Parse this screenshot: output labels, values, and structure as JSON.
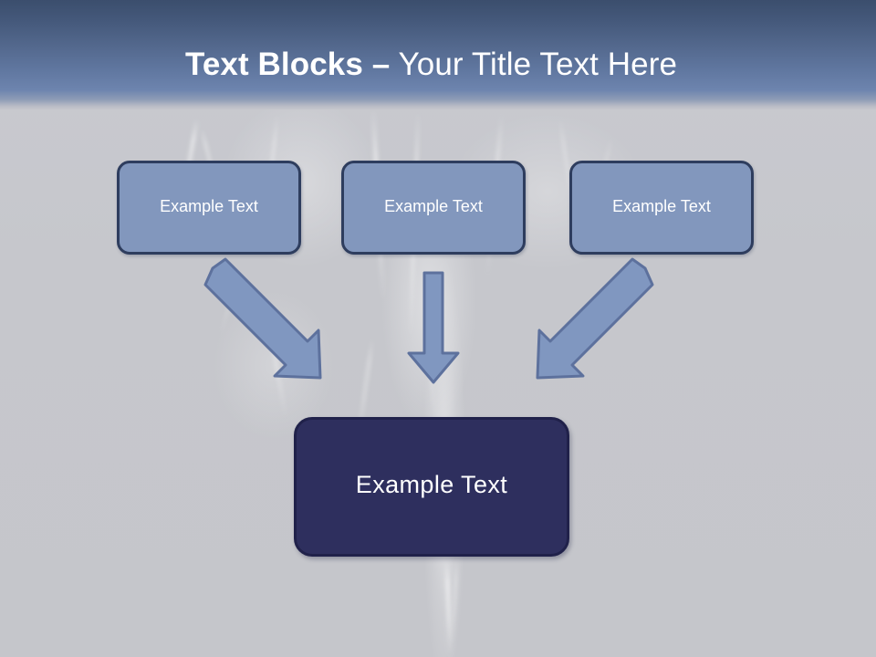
{
  "slide": {
    "title_bold": "Text Blocks –",
    "title_rest": " Your Title Text Here",
    "background_color": "#c6c7cc",
    "header_top_color": "#3b4e6d",
    "header_bottom_color": "#6d84ae"
  },
  "top_boxes": [
    {
      "label": "Example Text",
      "fill": "#8297bd",
      "border": "#2e3d5e",
      "text_color": "#ffffff"
    },
    {
      "label": "Example Text",
      "fill": "#8297bd",
      "border": "#2e3d5e",
      "text_color": "#ffffff"
    },
    {
      "label": "Example Text",
      "fill": "#8297bd",
      "border": "#2e3d5e",
      "text_color": "#ffffff"
    }
  ],
  "arrows": [
    {
      "name": "arrow-down-right",
      "direction": "down-right",
      "fill": "#8097c0",
      "border": "#5d719d"
    },
    {
      "name": "arrow-down",
      "direction": "down",
      "fill": "#8097c0",
      "border": "#5d719d"
    },
    {
      "name": "arrow-down-left",
      "direction": "down-left",
      "fill": "#8097c0",
      "border": "#5d719d"
    }
  ],
  "bottom_box": {
    "label": "Example Text",
    "fill": "#2e2f5e",
    "border": "#20214a",
    "text_color": "#ffffff"
  }
}
